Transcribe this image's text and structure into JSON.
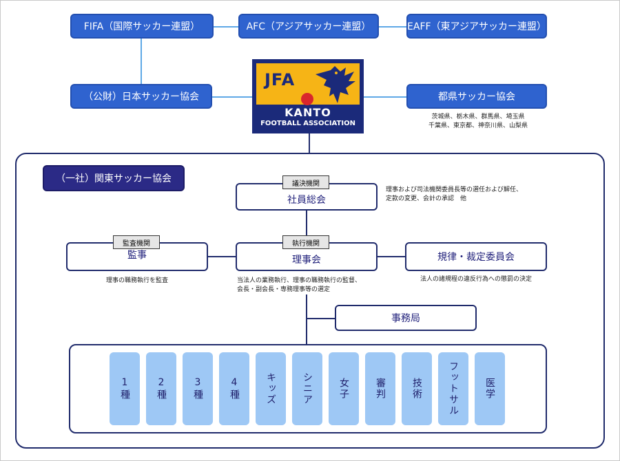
{
  "top_row": {
    "fifa": "FIFA（国際サッカー連盟）",
    "afc": "AFC（アジアサッカー連盟）",
    "eaff": "EAFF（東アジアサッカー連盟）"
  },
  "jfa_box": "（公財）日本サッカー協会",
  "prefectures": {
    "title": "都県サッカー協会",
    "line1": "茨城県、栃木県、群馬県、埼玉県",
    "line2": "千葉県、東京都、神奈川県、山梨県"
  },
  "logo": {
    "jfa": "JFA",
    "kanto": "KANTO",
    "association": "FOOTBALL ASSOCIATION"
  },
  "org_title": "（一社）関東サッカー協会",
  "general_meeting": {
    "tag": "議決機関",
    "label": "社員総会",
    "note1": "理事および司法機関委員長等の選任および解任、",
    "note2": "定款の変更、会計の承認　他"
  },
  "auditor": {
    "tag": "監査機関",
    "label": "監事",
    "note": "理事の職務執行を監査"
  },
  "board": {
    "tag": "執行機関",
    "label": "理事会",
    "note1": "当法人の業務執行、理事の職務執行の監督、",
    "note2": "会長・副会長・専務理事等の選定"
  },
  "discipline": {
    "label": "規律・裁定委員会",
    "note": "法人の諸規程の違反行為への懲罰の決定"
  },
  "secretariat": "事務局",
  "categories": [
    "1種",
    "2種",
    "3種",
    "4種",
    "キッズ",
    "シニア",
    "女子",
    "審判",
    "技術",
    "フットサル",
    "医学"
  ],
  "colors": {
    "blue_box": "#2f63cf",
    "navy": "#2b2a86",
    "category_fill": "#9ec8f5",
    "logo_yellow": "#f6b416",
    "logo_navy": "#1b2a7a"
  }
}
